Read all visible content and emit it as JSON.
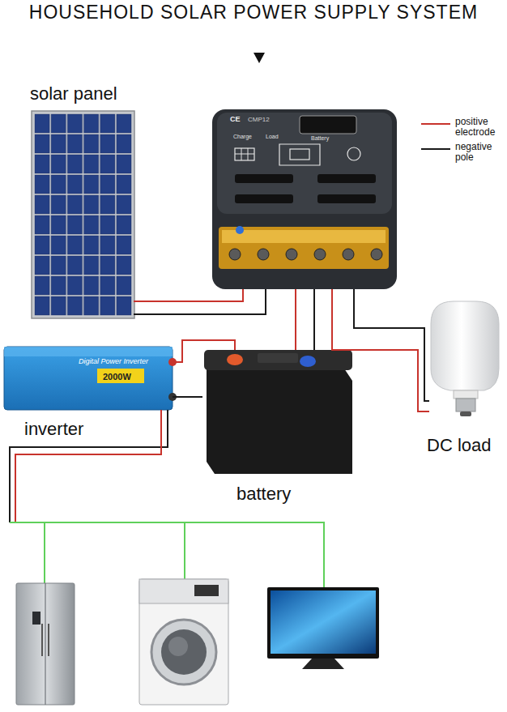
{
  "diagram": {
    "title": "HOUSEHOLD SOLAR POWER SUPPLY SYSTEM",
    "nodes": [
      {
        "text": [
          "solar panel"
        ]
      },
      {
        "text": [
          "CE",
          "CMP12",
          "Charge",
          "Load",
          "Battery"
        ]
      },
      {
        "text": [
          "Digital Power Inverter",
          "2000W",
          "inverter"
        ]
      },
      {
        "text": [
          "battery"
        ]
      },
      {
        "text": [
          "DC load"
        ]
      }
    ],
    "edges": [
      {
        "from": 0,
        "to": 1,
        "arrow": "none"
      },
      {
        "from": 1,
        "to": 3,
        "arrow": "none"
      },
      {
        "from": 1,
        "to": 4,
        "arrow": "none"
      },
      {
        "from": 3,
        "to": 2,
        "arrow": "none"
      }
    ],
    "legend": [
      {
        "text": "positive electrode"
      },
      {
        "text": "negative pole"
      }
    ]
  }
}
